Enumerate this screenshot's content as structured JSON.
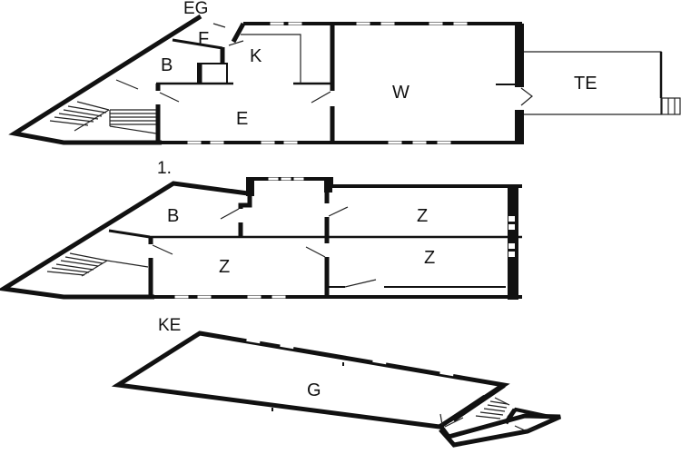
{
  "plans": [
    {
      "floor_label": "EG",
      "rooms": [
        {
          "code": "F"
        },
        {
          "code": "K"
        },
        {
          "code": "B"
        },
        {
          "code": "E"
        },
        {
          "code": "W"
        },
        {
          "code": "TE"
        }
      ]
    },
    {
      "floor_label": "1.",
      "rooms": [
        {
          "code": "B"
        },
        {
          "code": "Z"
        },
        {
          "code": "Z"
        },
        {
          "code": "Z"
        }
      ]
    },
    {
      "floor_label": "KE",
      "rooms": [
        {
          "code": "G"
        }
      ]
    }
  ],
  "colors": {
    "wall": "#111111",
    "background": "#ffffff"
  }
}
